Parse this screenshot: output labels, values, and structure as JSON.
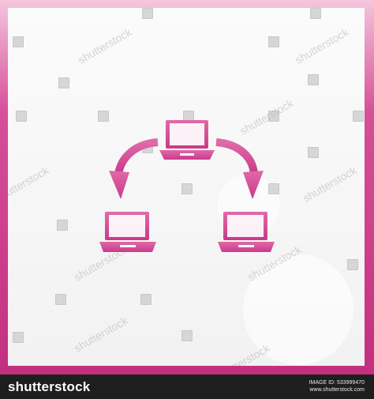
{
  "brand": "shutterstock",
  "image_id_label": "IMAGE ID: 533999470",
  "site": "www.shutterstock.com",
  "watermark": "shutterstock",
  "colors": {
    "frame": "#c2307f",
    "laptop": "#d64f98",
    "laptop_screen_fill": "#ffffff",
    "arrow": "#d64f98",
    "panel": "#f4f4f4",
    "footer": "#1e1e1e"
  },
  "icons": [
    "laptop-icon",
    "curved-arrow-icon"
  ]
}
